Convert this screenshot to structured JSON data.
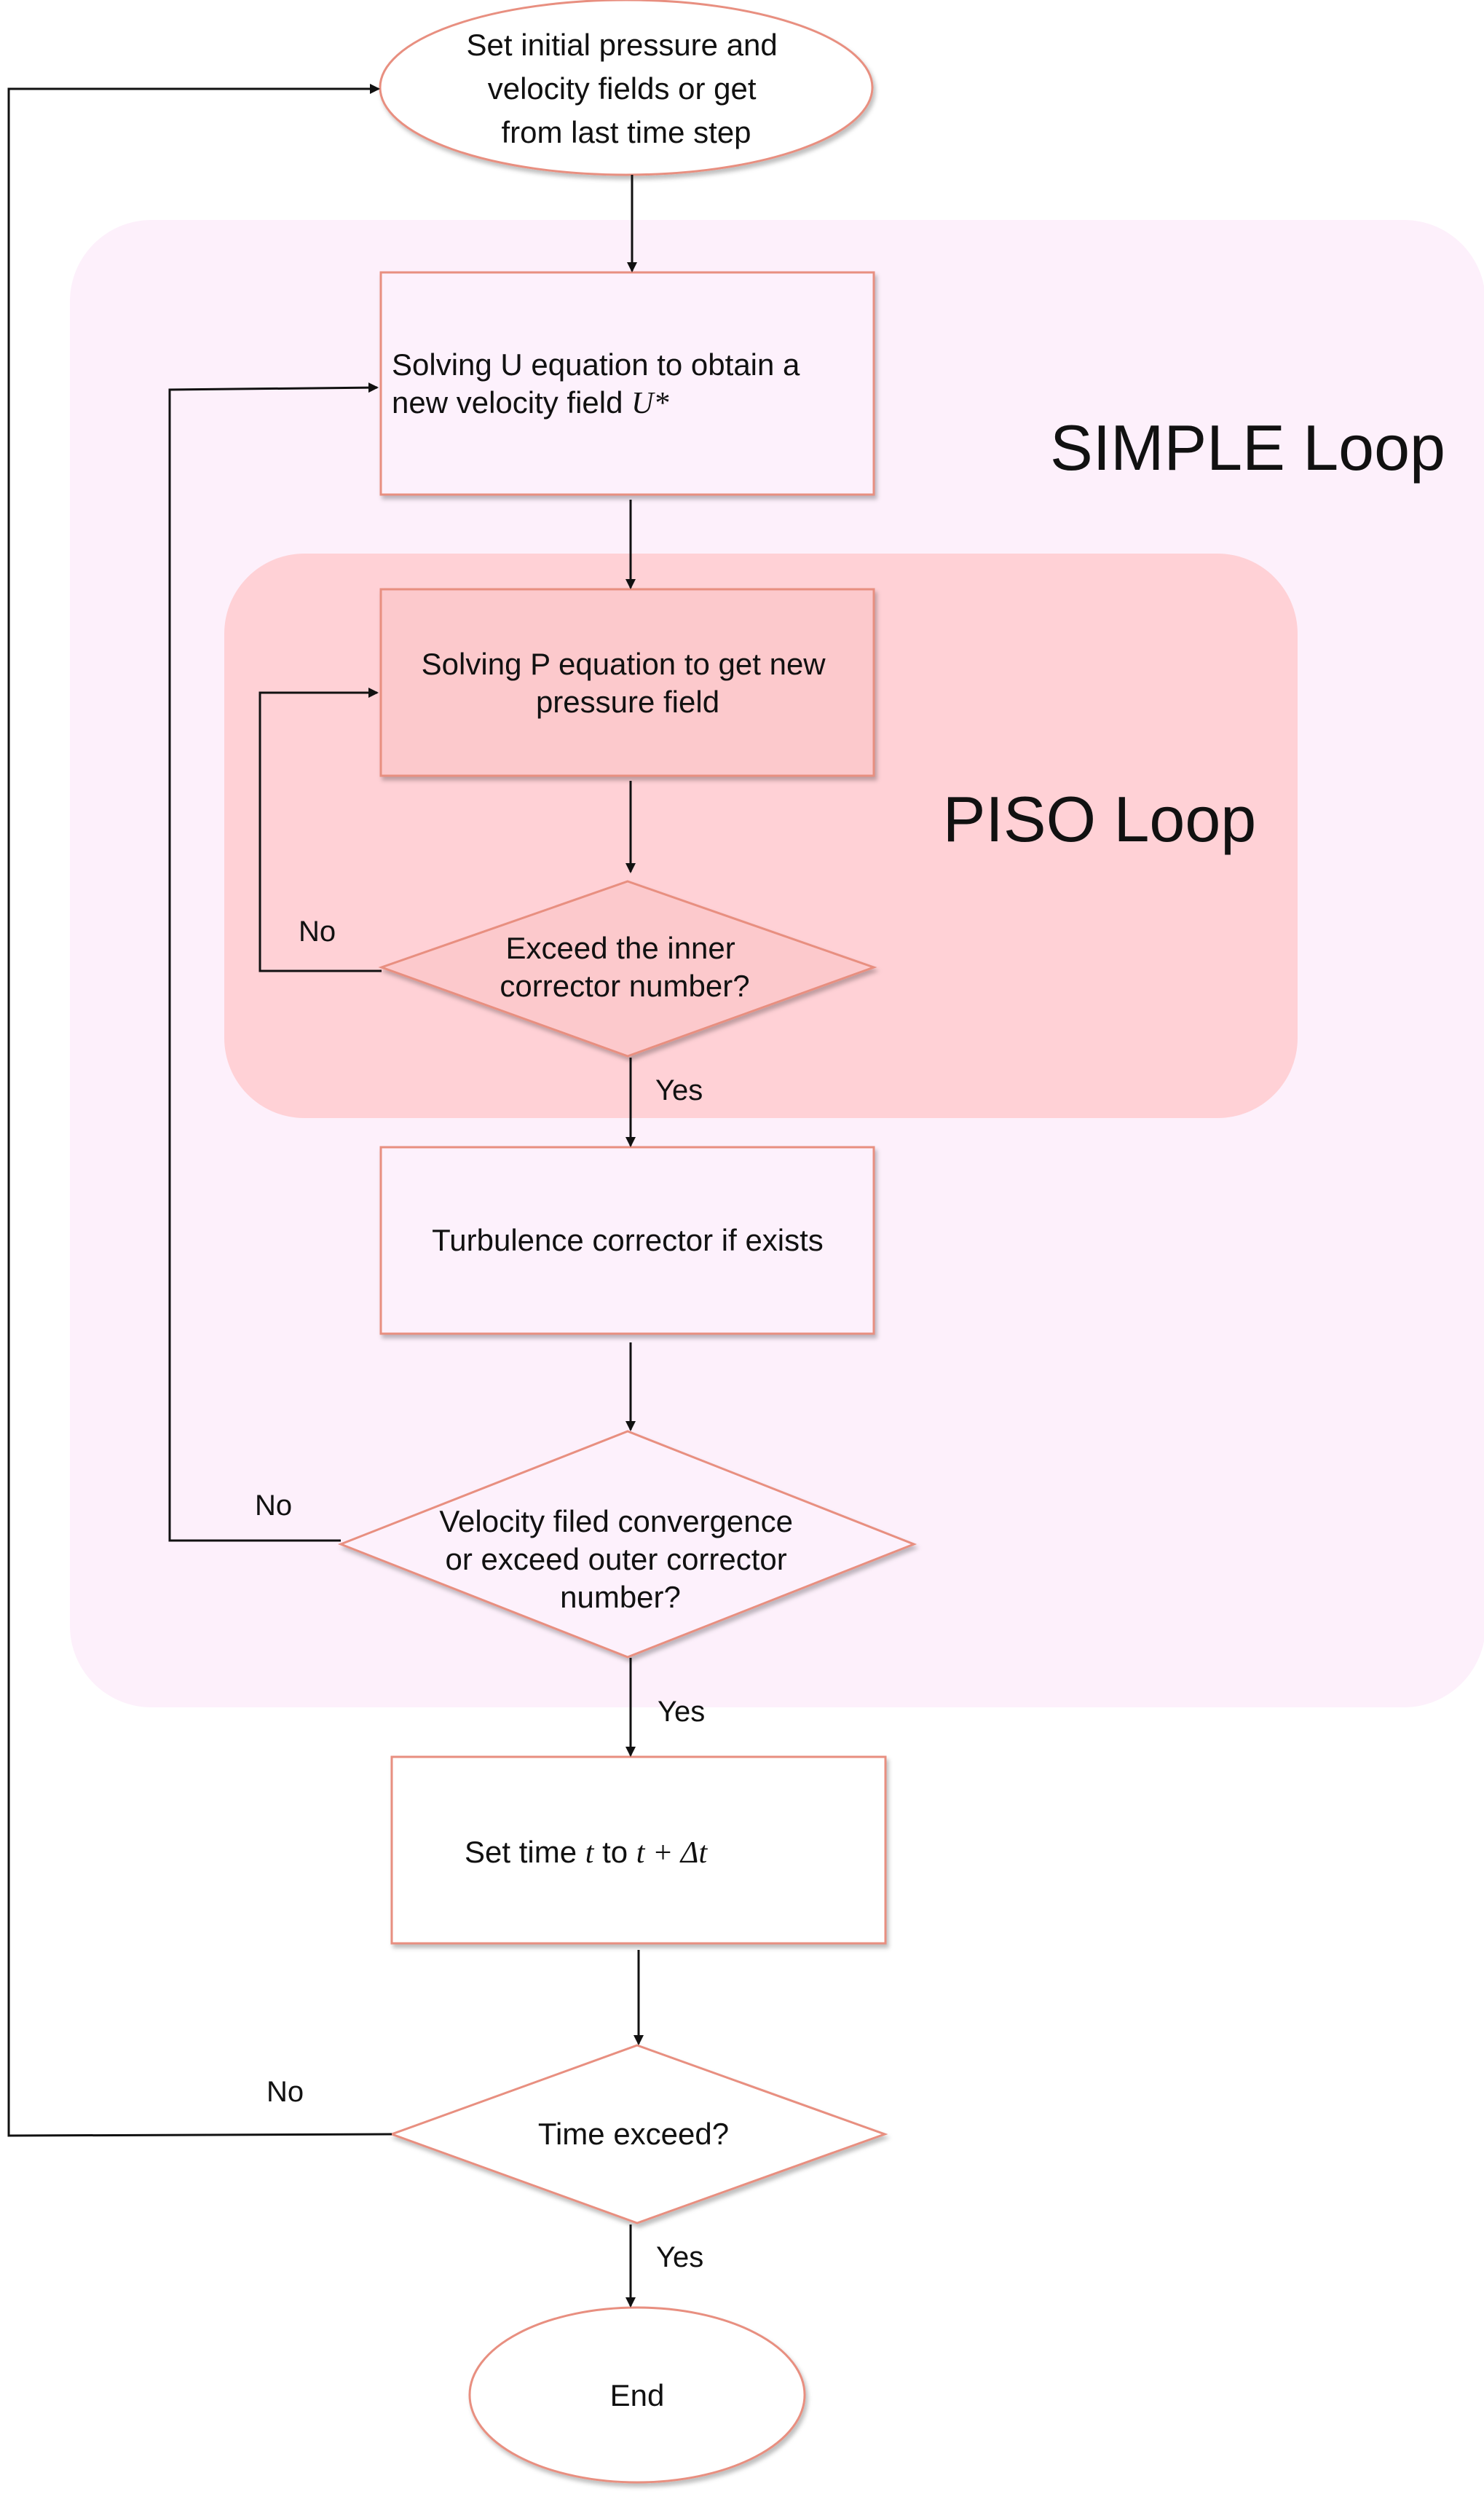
{
  "colors": {
    "node_stroke": "#e88f80",
    "node_fill": "#ffffff",
    "simple_region_fill": "#fdf0fb",
    "simple_node_fill": "#fdf1fc",
    "piso_region_fill": "#ffd1d6",
    "piso_node_fill": "#fcc9cc",
    "line": "#111111"
  },
  "regions": {
    "simple": {
      "label": "SIMPLE Loop"
    },
    "piso": {
      "label": "PISO Loop"
    }
  },
  "nodes": {
    "start": {
      "lines": [
        "Set initial pressure and",
        "velocity fields or get",
        "from last time step"
      ]
    },
    "solve_u": {
      "line1": "Solving U equation to obtain a",
      "line2": "new velocity field ",
      "line2_math": "U*"
    },
    "solve_p": {
      "lines": [
        "Solving P equation to get new",
        "pressure field"
      ]
    },
    "inner_check": {
      "lines": [
        "Exceed the inner",
        "corrector number?"
      ]
    },
    "turbulence": {
      "lines": [
        "Turbulence corrector if exists"
      ]
    },
    "outer_check": {
      "lines": [
        "Velocity filed convergence",
        "or exceed outer corrector",
        "number?"
      ]
    },
    "set_time": {
      "text1": "Set time ",
      "math1": "t",
      "text2": " to ",
      "math2": "t + Δt"
    },
    "time_check": {
      "lines": [
        "Time exceed?"
      ]
    },
    "end": {
      "lines": [
        "End"
      ]
    }
  },
  "edge_labels": {
    "inner_no": "No",
    "inner_yes": "Yes",
    "outer_no": "No",
    "outer_yes": "Yes",
    "time_no": "No",
    "time_yes": "Yes"
  }
}
